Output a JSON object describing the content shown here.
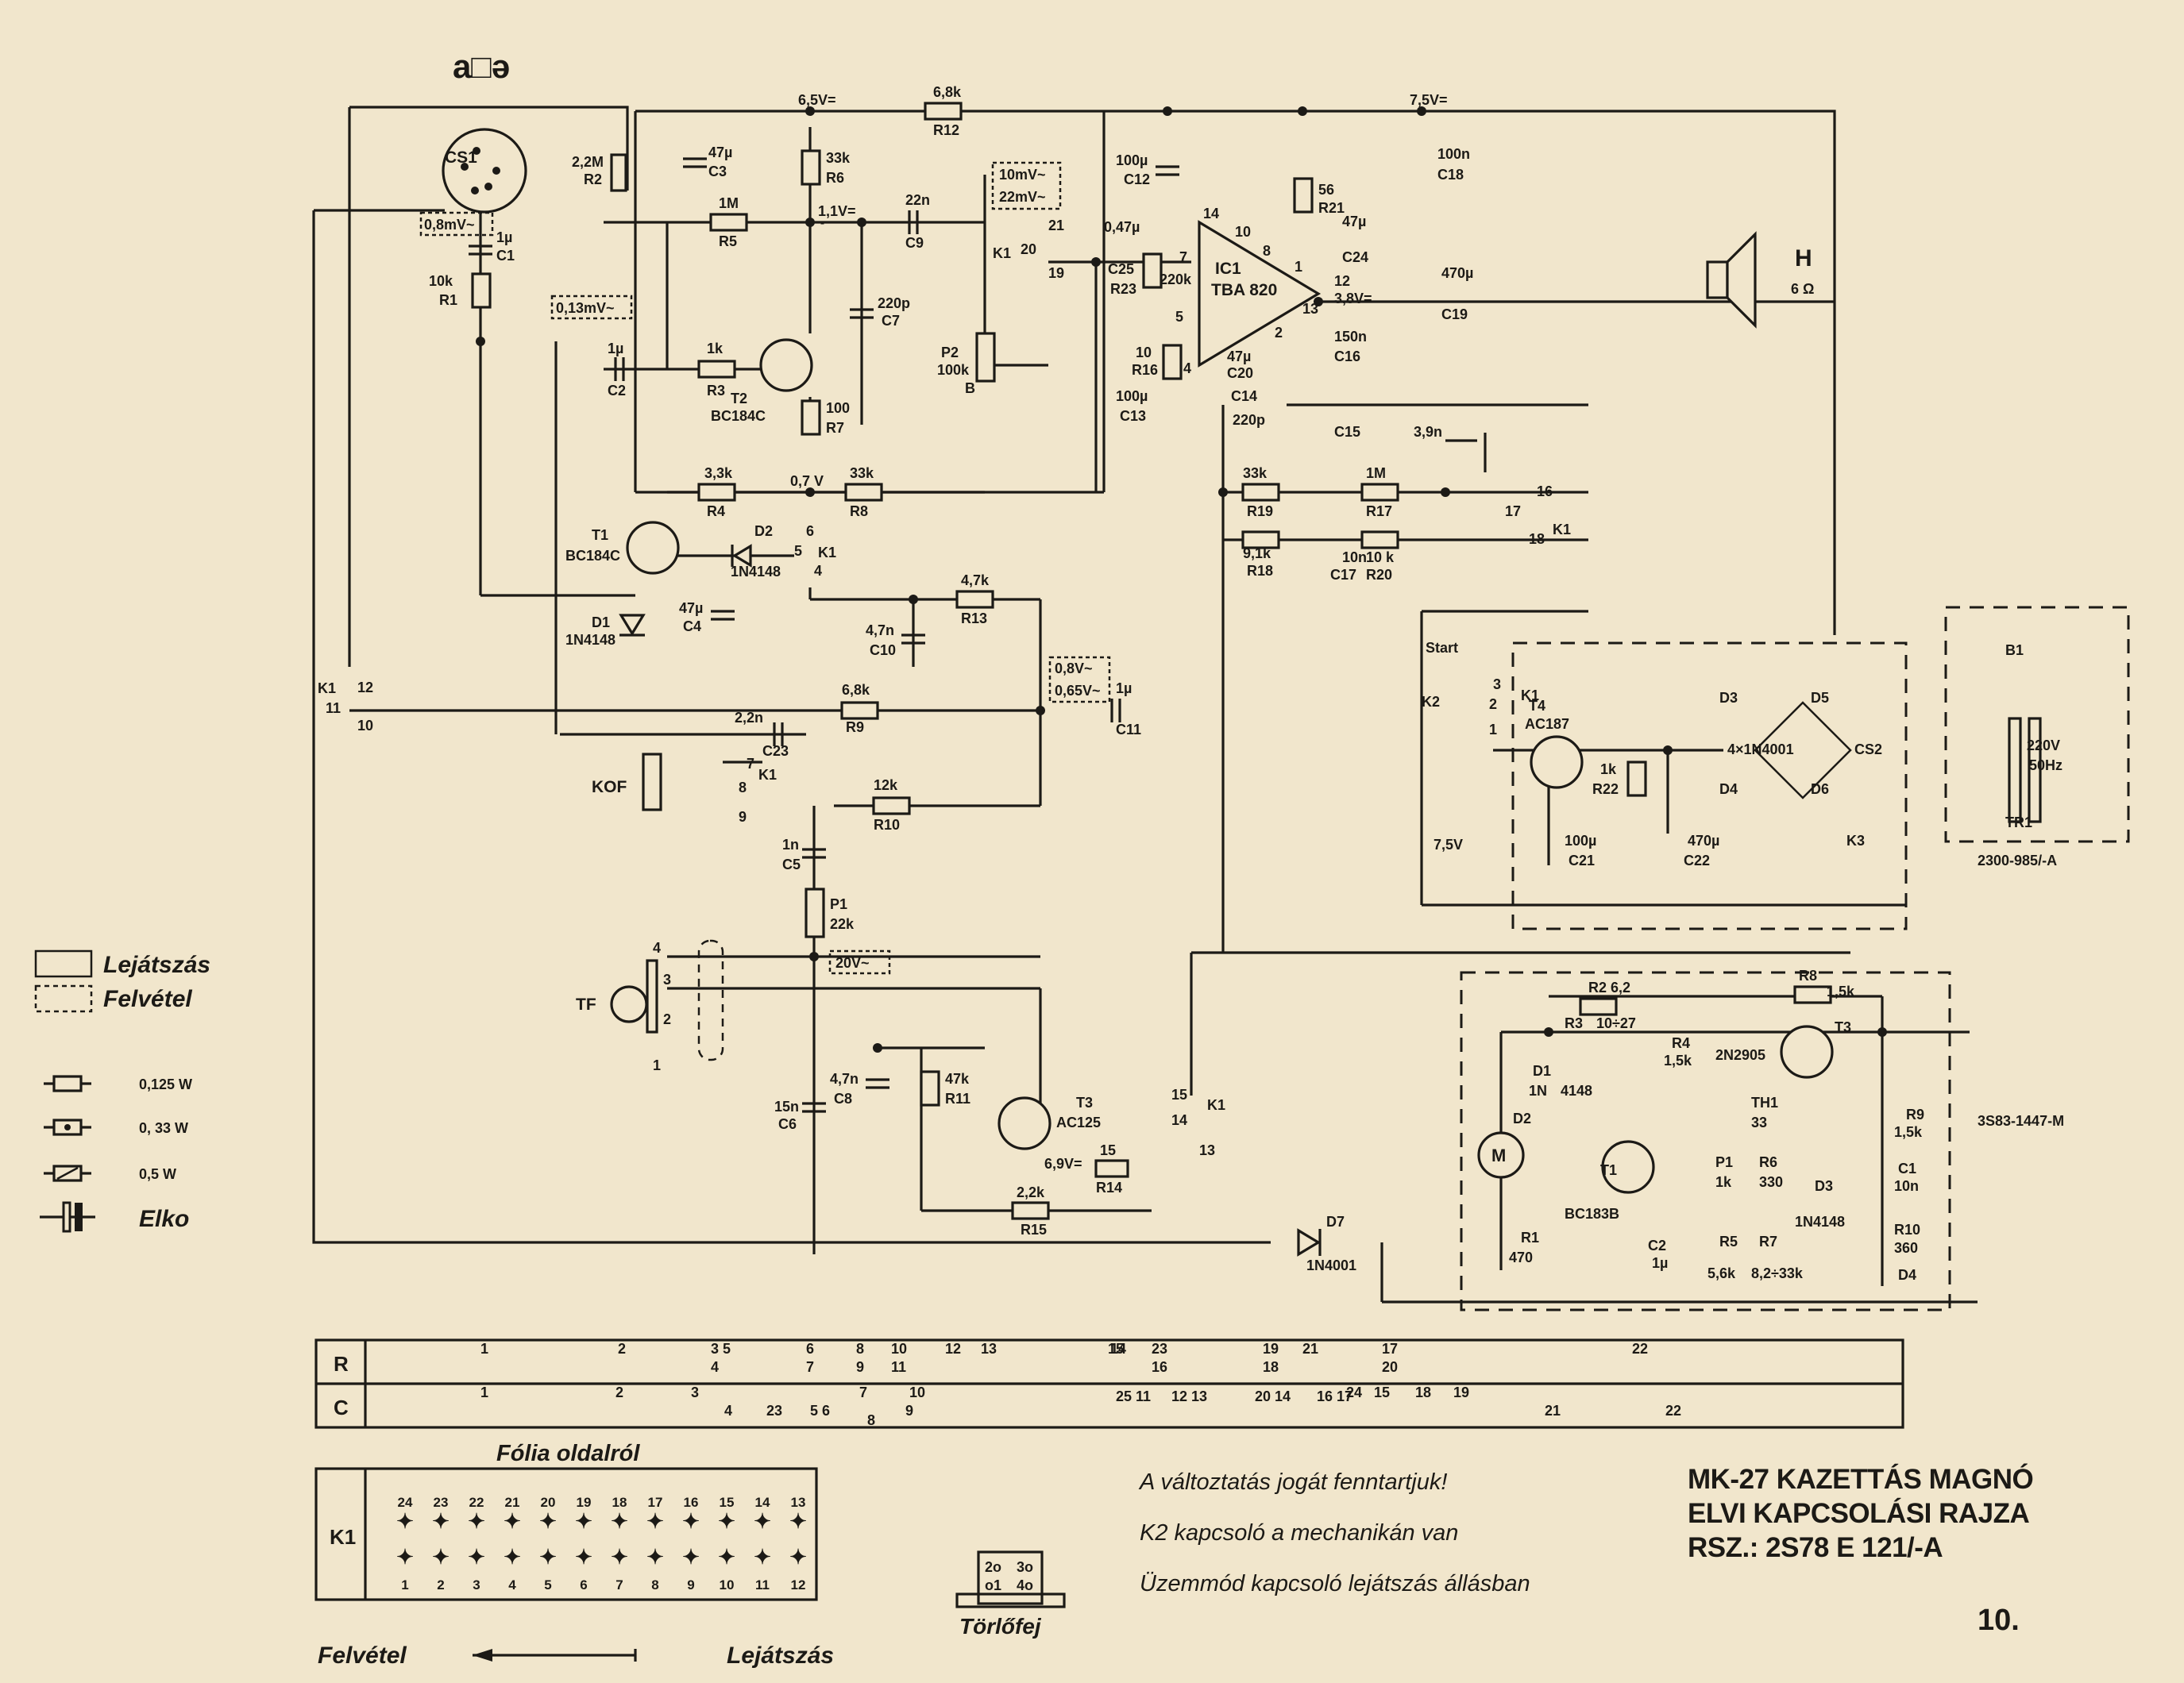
{
  "title": {
    "line1": "MK-27 KAZETTÁS MAGNÓ",
    "line2": "ELVI KAPCSOLÁSI RAJZA",
    "line3": "RSZ.: 2S78 E 121/-A"
  },
  "page_number": "10.",
  "notes": [
    "A változtatás jogát fenntartjuk!",
    "K2 kapcsoló a mechanikán van",
    "Üzemmód kapcsoló lejátszás állásban"
  ],
  "legend": {
    "playback": "Lejátszás",
    "record": "Felvétel",
    "resistors": [
      "0,125 W",
      "0, 33 W",
      "0,5  W"
    ],
    "elko": "Elko"
  },
  "foil_title": "Fólia oldalról",
  "k1_label": "K1",
  "k1_top_pins": [
    "24",
    "23",
    "22",
    "21",
    "20",
    "19",
    "18",
    "17",
    "16",
    "15",
    "14",
    "13"
  ],
  "k1_bottom_pins": [
    "1",
    "2",
    "3",
    "4",
    "5",
    "6",
    "7",
    "8",
    "9",
    "10",
    "11",
    "12"
  ],
  "direction": {
    "left": "Felvétel",
    "right": "Lejátszás"
  },
  "erase_head": {
    "label": "Törlőfej",
    "pins": [
      "2o",
      "3o",
      "o1",
      "4o"
    ]
  },
  "index_table": {
    "r_label": "R",
    "c_label": "C",
    "r_entries": [
      [
        "1",
        ""
      ],
      [
        "2",
        ""
      ],
      [
        "3 5",
        "4"
      ],
      [
        "6",
        "7"
      ],
      [
        "8",
        "9"
      ],
      [
        "10",
        "11"
      ],
      [
        "12",
        ""
      ],
      [
        "13",
        ""
      ],
      [
        "15",
        ""
      ],
      [
        "14",
        ""
      ],
      [
        "23",
        "16"
      ],
      [
        "19",
        "18"
      ],
      [
        "21",
        ""
      ],
      [
        "17",
        "20"
      ],
      [
        "22",
        ""
      ]
    ],
    "c_entries": [
      "1",
      "2",
      "3",
      "4",
      "23",
      "5 6",
      "8",
      "7",
      "10",
      "9",
      "25 11",
      "12 13",
      "20 14",
      "16 17",
      "24",
      "15",
      "18",
      "19",
      "21",
      "22"
    ]
  },
  "modules": {
    "power": "2300-985/-A",
    "motor_ctrl": "3S83-1447-M"
  },
  "top_labels": {
    "v65": "6,5V=",
    "v75": "7,5V="
  },
  "parts": {
    "R12": "6,8k",
    "R6": "33k",
    "C3": "47µ",
    "R5": "1M",
    "C9": "22n",
    "C7": "220p",
    "R3": "1k",
    "T2": "BC184C",
    "R7": "100",
    "R4": "3,3k",
    "R8": "33k",
    "T1": "BC184C",
    "D1": "1N4148",
    "D2": "1N4148",
    "C4": "47µ",
    "C10": "4,7n",
    "R13": "4,7k",
    "R9": "6,8k",
    "C11": "1µ",
    "C23": "2,2n",
    "R10": "12k",
    "C5": "1n",
    "P1": "22k",
    "C6": "15n",
    "C8": "4,7n",
    "R11": "47k",
    "T3": "AC125",
    "R14": "15",
    "R15": "2,2k",
    "D7": "1N4001",
    "IC1": "TBA 820",
    "C12": "100µ",
    "C25": "0,47µ",
    "R23": "220k",
    "R16": "10",
    "C13": "100µ",
    "C20": "47µ",
    "C14": "220p",
    "R21": "56",
    "C24": "47µ",
    "C18": "100n",
    "C16": "150n",
    "C19": "470µ",
    "R19": "33k",
    "R17": "1M",
    "C15": "3,9n",
    "R18": "9,1k",
    "C17": "10n",
    "R20": "10k",
    "P2": "100k B",
    "R1": "10k",
    "C1": "1µ",
    "C2": "1µ",
    "R2": "2,2M",
    "T4": "AC187",
    "R22": "1k",
    "C21": "100µ",
    "C22": "470µ",
    "bridge": "4×1N4001",
    "TR1": "220V 50Hz",
    "speaker": "6 Ω"
  },
  "levels": [
    "0,8mV~",
    "0,13mV~",
    "10mV~",
    "22mV~",
    "0,8V~",
    "0,65V~",
    "20V~",
    "1,1V=",
    "0,7 V",
    "6,9V=",
    "3,8V="
  ],
  "colors": {
    "paper": "#f1e6cc",
    "ink": "#1c1a16"
  }
}
